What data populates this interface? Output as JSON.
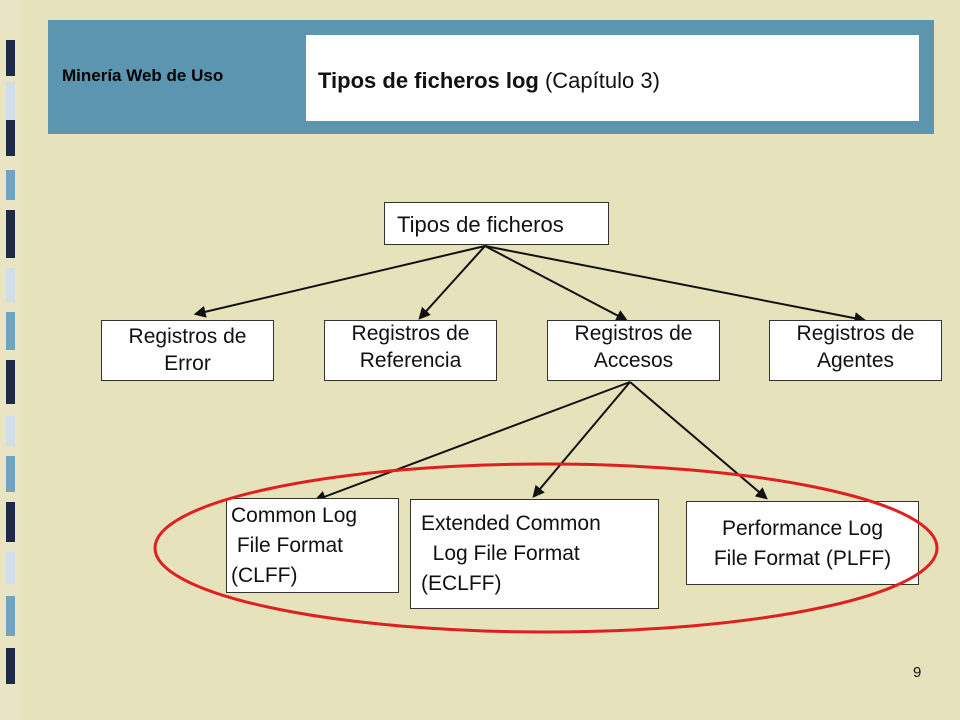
{
  "header": {
    "section_label": "Minería Web de Uso",
    "title_bold": "Tipos de ficheros log",
    "title_rest": " (Capítulo 3)"
  },
  "diagram": {
    "root": "Tipos de ficheros",
    "level1": [
      "Registros de\nError",
      "Registros de\nReferencia",
      "Registros de\nAccesos",
      "Registros de\nAgentes"
    ],
    "level2": [
      "Common Log\n File Format\n(CLFF)",
      "Extended Common\n  Log File Format\n(ECLFF)",
      "Performance Log\nFile Format (PLFF)"
    ],
    "highlight_color": "#E02020"
  },
  "page_number": "9"
}
